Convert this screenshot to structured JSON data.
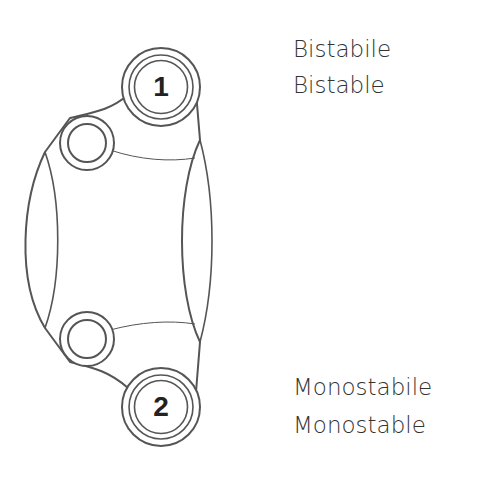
{
  "diagram": {
    "nodes": [
      {
        "text": [
          "1"
        ]
      },
      {
        "text": [
          "2"
        ]
      }
    ],
    "labels": [
      "Bistabile",
      "Bistable",
      "Monostabile",
      "Monostable"
    ]
  }
}
